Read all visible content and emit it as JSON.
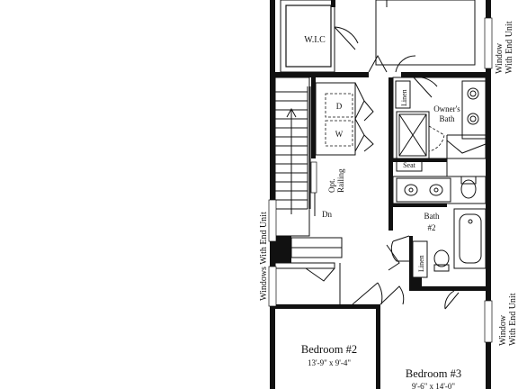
{
  "plan": {
    "rooms": {
      "wic": "W.I.C",
      "owners_bath": [
        "Owner's",
        "Bath"
      ],
      "bath2": [
        "Bath",
        "#2"
      ],
      "bedroom2": "Bedroom #2",
      "bedroom2_dims": "13'-9\" x 9'-4\"",
      "bedroom3": "Bedroom #3",
      "bedroom3_dims": "9'-6\" x 14'-0\""
    },
    "labels": {
      "dryer": "D",
      "washer": "W",
      "linen_top": "Linen",
      "linen_bottom": "Linen",
      "seat": "Seat",
      "opt_railing": [
        "Opt.",
        "Railing"
      ],
      "down": "Dn"
    },
    "window_notes": {
      "top_right": [
        "Window",
        "With End Unit"
      ],
      "left": "Windows With End Unit",
      "bottom_right": [
        "Window",
        "With End Unit"
      ]
    }
  }
}
